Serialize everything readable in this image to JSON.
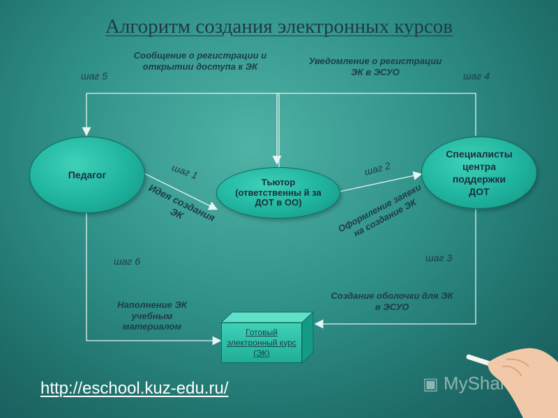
{
  "title": "Алгоритм создания электронных курсов",
  "nodes": {
    "pedagog": "Педагог",
    "tutor": "Тьютор (ответственны й за ДОТ в ОО)",
    "specialists": "Специалисты центра поддержки ДОТ",
    "course": "Готовый электронный курс (ЭК)"
  },
  "labels": {
    "step5_msg": "Сообщение о регистрации и открытии доступа к  ЭК",
    "step4_msg": "Уведомление о регистрации ЭК в ЭСУО",
    "step1_msg": "Идея создания ЭК",
    "step2_msg": "Оформление заявки на создание ЭК",
    "step3_msg": "Создание оболочки для ЭК в ЭСУО",
    "step6_msg": "Наполнение ЭК учебным материалом"
  },
  "steps": {
    "s1": "шаг 1",
    "s2": "шаг 2",
    "s3": "шаг 3",
    "s4": "шаг 4",
    "s5": "шаг 5",
    "s6": "шаг 6"
  },
  "footer": {
    "url": "http://eschool.kuz-edu.ru/",
    "logo": "MyShared"
  }
}
